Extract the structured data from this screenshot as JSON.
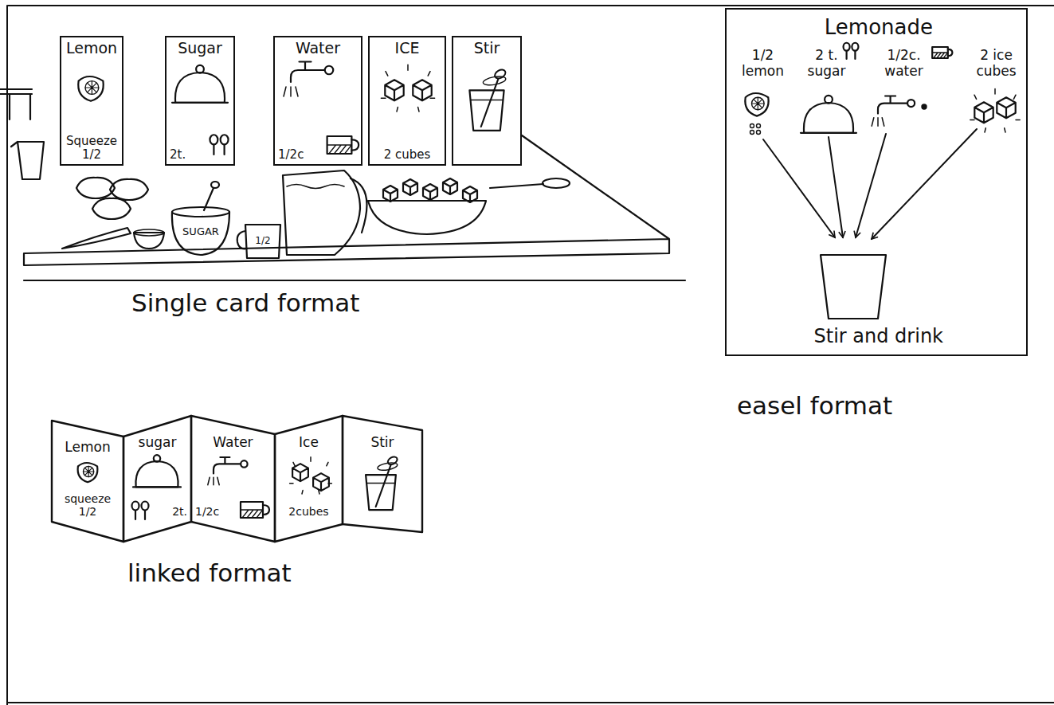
{
  "diagram": {
    "nodes": [
      {
        "text": [
          "Lemon",
          "Squeeze 1/2"
        ]
      },
      {
        "text": [
          "Sugar",
          "2t."
        ]
      },
      {
        "text": [
          "Water",
          "1/2c"
        ]
      },
      {
        "text": [
          "ICE",
          "2 cubes"
        ]
      },
      {
        "text": [
          "Stir"
        ]
      },
      {
        "text": [
          "Lemonade",
          "1/2 lemon",
          "2 t. sugar",
          "1/2c. water",
          "2 ice cubes",
          "Stir and drink"
        ]
      },
      {
        "text": [
          "Lemon",
          "squeeze 1/2"
        ]
      },
      {
        "text": [
          "sugar",
          "2t."
        ]
      },
      {
        "text": [
          "Water",
          "1/2c"
        ]
      },
      {
        "text": [
          "Ice",
          "2cubes"
        ]
      },
      {
        "text": [
          "Stir"
        ]
      }
    ],
    "labels": [
      "SUGAR",
      "1/2",
      "Single card format",
      "easel format",
      "linked format"
    ]
  }
}
